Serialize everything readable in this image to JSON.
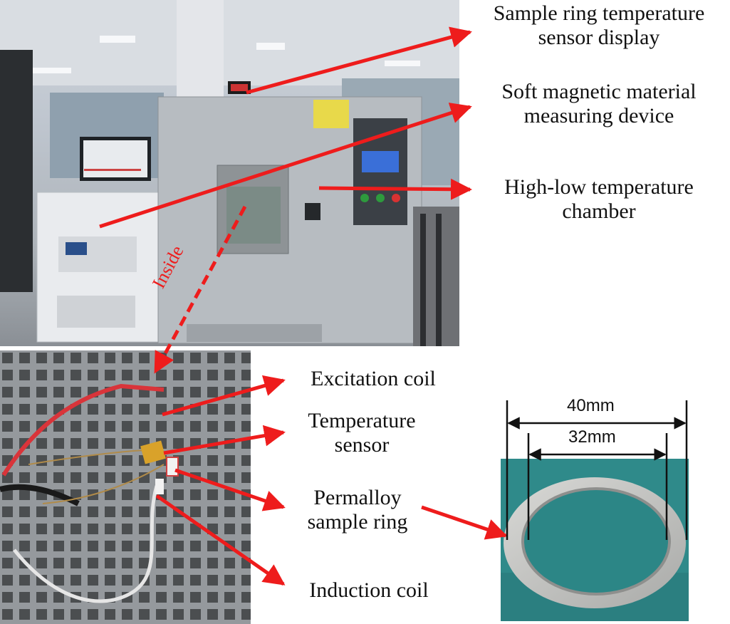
{
  "labels": {
    "sensor_display": [
      "Sample ring temperature",
      "sensor display"
    ],
    "measuring_device": [
      "Soft magnetic material",
      "measuring device"
    ],
    "chamber": [
      "High-low temperature",
      "chamber"
    ],
    "inside": "Inside",
    "excitation_coil": "Excitation coil",
    "temperature_sensor": [
      "Temperature",
      "sensor"
    ],
    "sample_ring": [
      "Permalloy",
      "sample ring"
    ],
    "induction_coil": "Induction coil",
    "dim_outer": "40mm",
    "dim_inner": "32mm"
  },
  "colors": {
    "arrow": "#ee1c1c",
    "dim_line": "#111111"
  }
}
